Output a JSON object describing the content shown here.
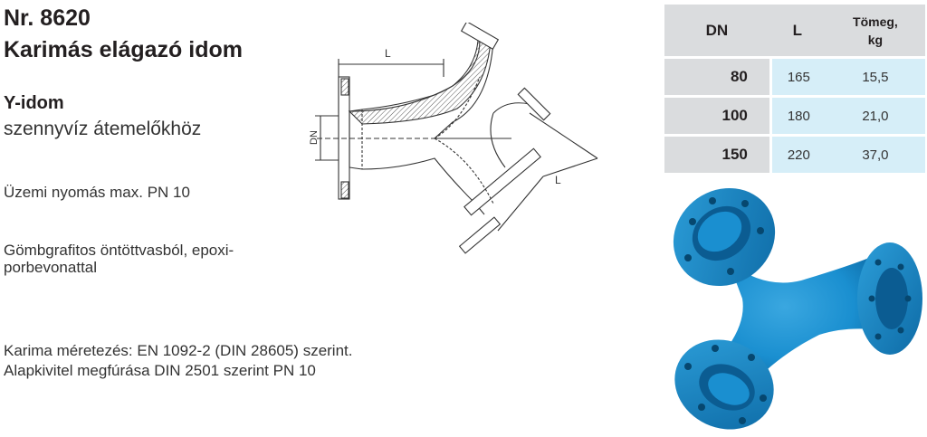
{
  "header": {
    "product_number": "Nr. 8620",
    "product_name": "Karimás elágazó idom"
  },
  "subtitle": {
    "type": "Y-idom",
    "use": "szennyvíz átemelőkhöz"
  },
  "specs": {
    "pressure": "Üzemi nyomás max. PN 10",
    "material_line1": "Gömbgrafitos öntöttvasból, epoxi-",
    "material_line2": "porbevonattal",
    "flange_standard": "Karima méretezés: EN 1092-2 (DIN 28605) szerint.",
    "drilling": "Alapkivitel megfúrása DIN 2501 szerint PN 10"
  },
  "drawing": {
    "label_L_top": "L",
    "label_L_side": "L",
    "label_DN": "DN"
  },
  "table": {
    "headers": [
      "DN",
      "L",
      "Tömeg,",
      "kg"
    ],
    "rows": [
      {
        "dn": "80",
        "l": "165",
        "mass": "15,5"
      },
      {
        "dn": "100",
        "l": "180",
        "mass": "21,0"
      },
      {
        "dn": "150",
        "l": "220",
        "mass": "37,0"
      }
    ]
  },
  "colors": {
    "header_bg": "#dadcde",
    "cell_bg": "#d6eef8",
    "product_blue": "#1a8fd0"
  }
}
